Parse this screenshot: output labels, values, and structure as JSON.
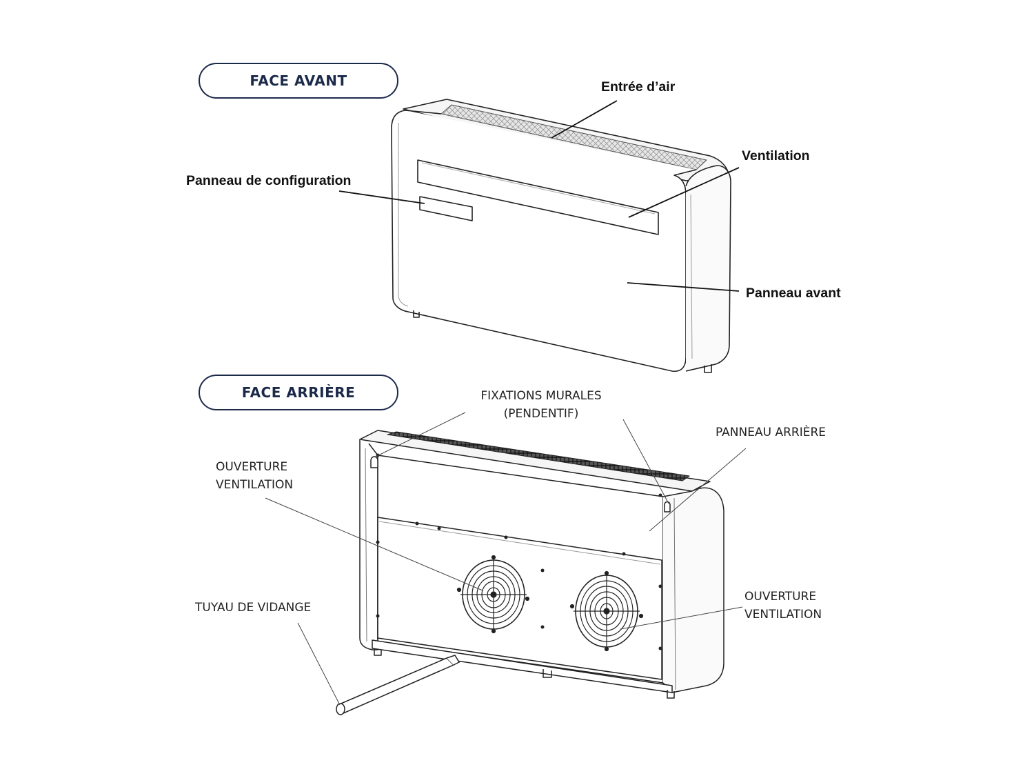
{
  "sections": {
    "front": {
      "title": "FACE AVANT",
      "labels": {
        "air_inlet": "Entrée d’air",
        "ventilation": "Ventilation",
        "config_panel": "Panneau de configuration",
        "front_panel": "Panneau avant"
      }
    },
    "rear": {
      "title": "FACE ARRIÈRE",
      "labels": {
        "wall_mounts_line1": "FIXATIONS MURALES",
        "wall_mounts_line2": "(PENDENTIF)",
        "rear_panel": "PANNEAU ARRIÈRE",
        "vent_opening_left_line1": "OUVERTURE",
        "vent_opening_left_line2": "VENTILATION",
        "vent_opening_right_line1": "OUVERTURE",
        "vent_opening_right_line2": "VENTILATION",
        "drain_pipe": "TUYAU DE VIDANGE"
      }
    }
  },
  "colors": {
    "ink": "#1c2a4a",
    "line": "#222222",
    "fill_light": "#f4f4f4"
  }
}
